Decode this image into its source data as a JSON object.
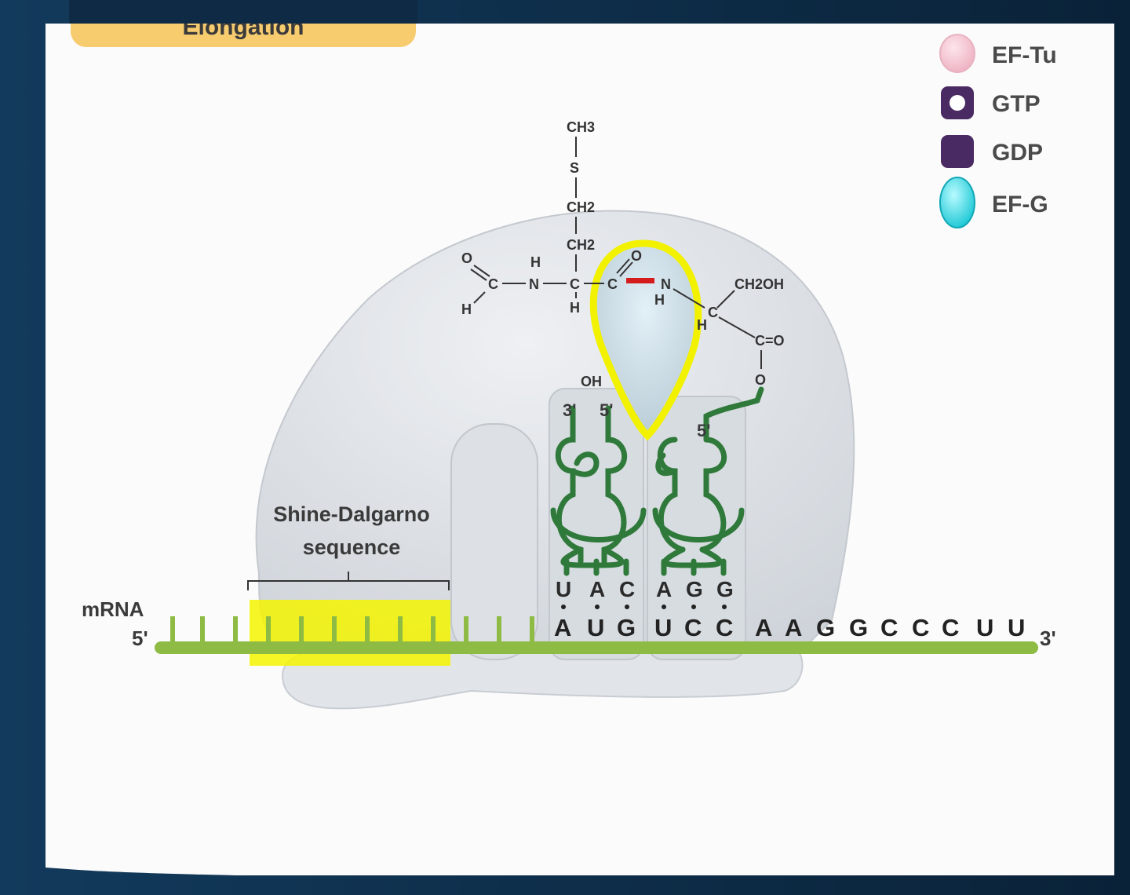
{
  "header": {
    "title": "Elongation"
  },
  "legend": {
    "items": [
      {
        "label": "EF-Tu",
        "icon": "pink-oval-icon",
        "color": "#f4c3cf"
      },
      {
        "label": "GTP",
        "icon": "gtp-square-icon",
        "color": "#4a2a63"
      },
      {
        "label": "GDP",
        "icon": "gdp-square-icon",
        "color": "#4a2a63"
      },
      {
        "label": "EF-G",
        "icon": "cyan-oval-icon",
        "color": "#3fe3ea"
      }
    ]
  },
  "labels": {
    "shine_dalgarno_line1": "Shine-Dalgarno",
    "shine_dalgarno_line2": "sequence",
    "mrna": "mRNA",
    "five_prime": "5'",
    "three_prime": "3'",
    "trna_left_3": "3'",
    "trna_left_5": "5'",
    "trna_right_5": "5'",
    "oh": "OH"
  },
  "chemistry": {
    "ch3": "CH3",
    "s": "S",
    "ch2_a": "CH2",
    "ch2_b": "CH2",
    "o_formyl": "O",
    "c_formyl": "C",
    "h_formyl": "H",
    "n1": "N",
    "h_n1": "H",
    "c_alpha": "C",
    "h_alpha": "H",
    "c_carbonyl": "C",
    "o_carbonyl": "O",
    "n2": "N",
    "h_n2": "H",
    "c_ser": "C",
    "h_ser": "H",
    "ch2oh": "CH2OH",
    "c_ester": "C=O",
    "o_ester": "O"
  },
  "anticodons": [
    "U",
    "A",
    "C",
    "A",
    "G",
    "G"
  ],
  "codons": [
    "A",
    "U",
    "G",
    "U",
    "C",
    "C"
  ],
  "downstream": [
    "A",
    "A",
    "G",
    "G",
    "C",
    "C",
    "C",
    "U",
    "U"
  ],
  "colors": {
    "ribosome": "#d9dde2",
    "trna": "#2f7a3a",
    "mrna": "#8dbb44",
    "highlight": "#f4f400",
    "peptide_bond": "#d41c1c"
  }
}
